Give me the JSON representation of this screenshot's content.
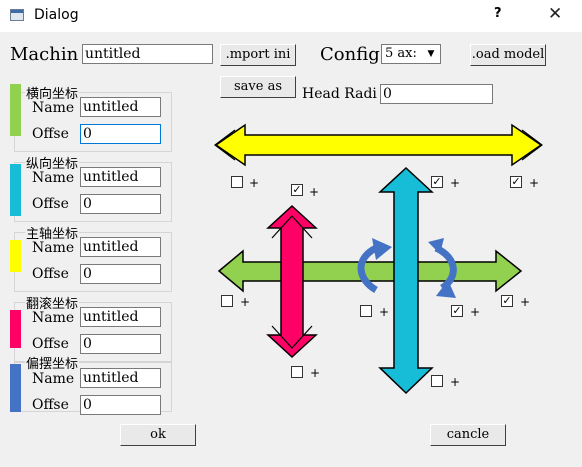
{
  "window": {
    "title": "Dialog",
    "help": "?",
    "close": "✕"
  },
  "toolbar": {
    "machine_label": "Machin",
    "machine_value": "untitled",
    "import_label": ".mport ini",
    "config_label": "Config",
    "config_value": "5 ax:",
    "load_label": ".oad model",
    "save_as_label": "save as",
    "head_radius_label": "Head Radi",
    "head_radius_value": "0"
  },
  "groups": [
    {
      "title": "横向坐标",
      "color": "#92d050",
      "name_label": "Name",
      "name_value": "untitled",
      "offset_label": "Offse",
      "offset_value": "0"
    },
    {
      "title": "纵向坐标",
      "color": "#17bcd6",
      "name_label": "Name",
      "name_value": "untitled",
      "offset_label": "Offse",
      "offset_value": "0"
    },
    {
      "title": "主轴坐标",
      "color": "#ffff00",
      "name_label": "Name",
      "name_value": "untitled",
      "offset_label": "Offse",
      "offset_value": "0"
    },
    {
      "title": "翻滚坐标",
      "color": "#ff0066",
      "name_label": "Name",
      "name_value": "untitled",
      "offset_label": "Offse",
      "offset_value": "0"
    },
    {
      "title": "偏摆坐标",
      "color": "#4472c4",
      "name_label": "Name",
      "name_value": "untitled",
      "offset_label": "Offse",
      "offset_value": "0"
    }
  ],
  "checkboxes": [
    {
      "checked": false,
      "plus": "+"
    },
    {
      "checked": true,
      "plus": "+"
    },
    {
      "checked": true,
      "plus": "+"
    },
    {
      "checked": true,
      "plus": "+"
    },
    {
      "checked": false,
      "plus": "+"
    },
    {
      "checked": true,
      "plus": "+"
    },
    {
      "checked": false,
      "plus": "+"
    },
    {
      "checked": true,
      "plus": "+"
    },
    {
      "checked": false,
      "plus": "+"
    },
    {
      "checked": false,
      "plus": "+"
    }
  ],
  "footer": {
    "ok_label": "ok",
    "cancel_label": "cancle"
  },
  "colors": {
    "yellow": "#ffff00",
    "green": "#92d050",
    "cyan": "#17bcd6",
    "pink": "#ff0066",
    "blue": "#4472c4"
  }
}
